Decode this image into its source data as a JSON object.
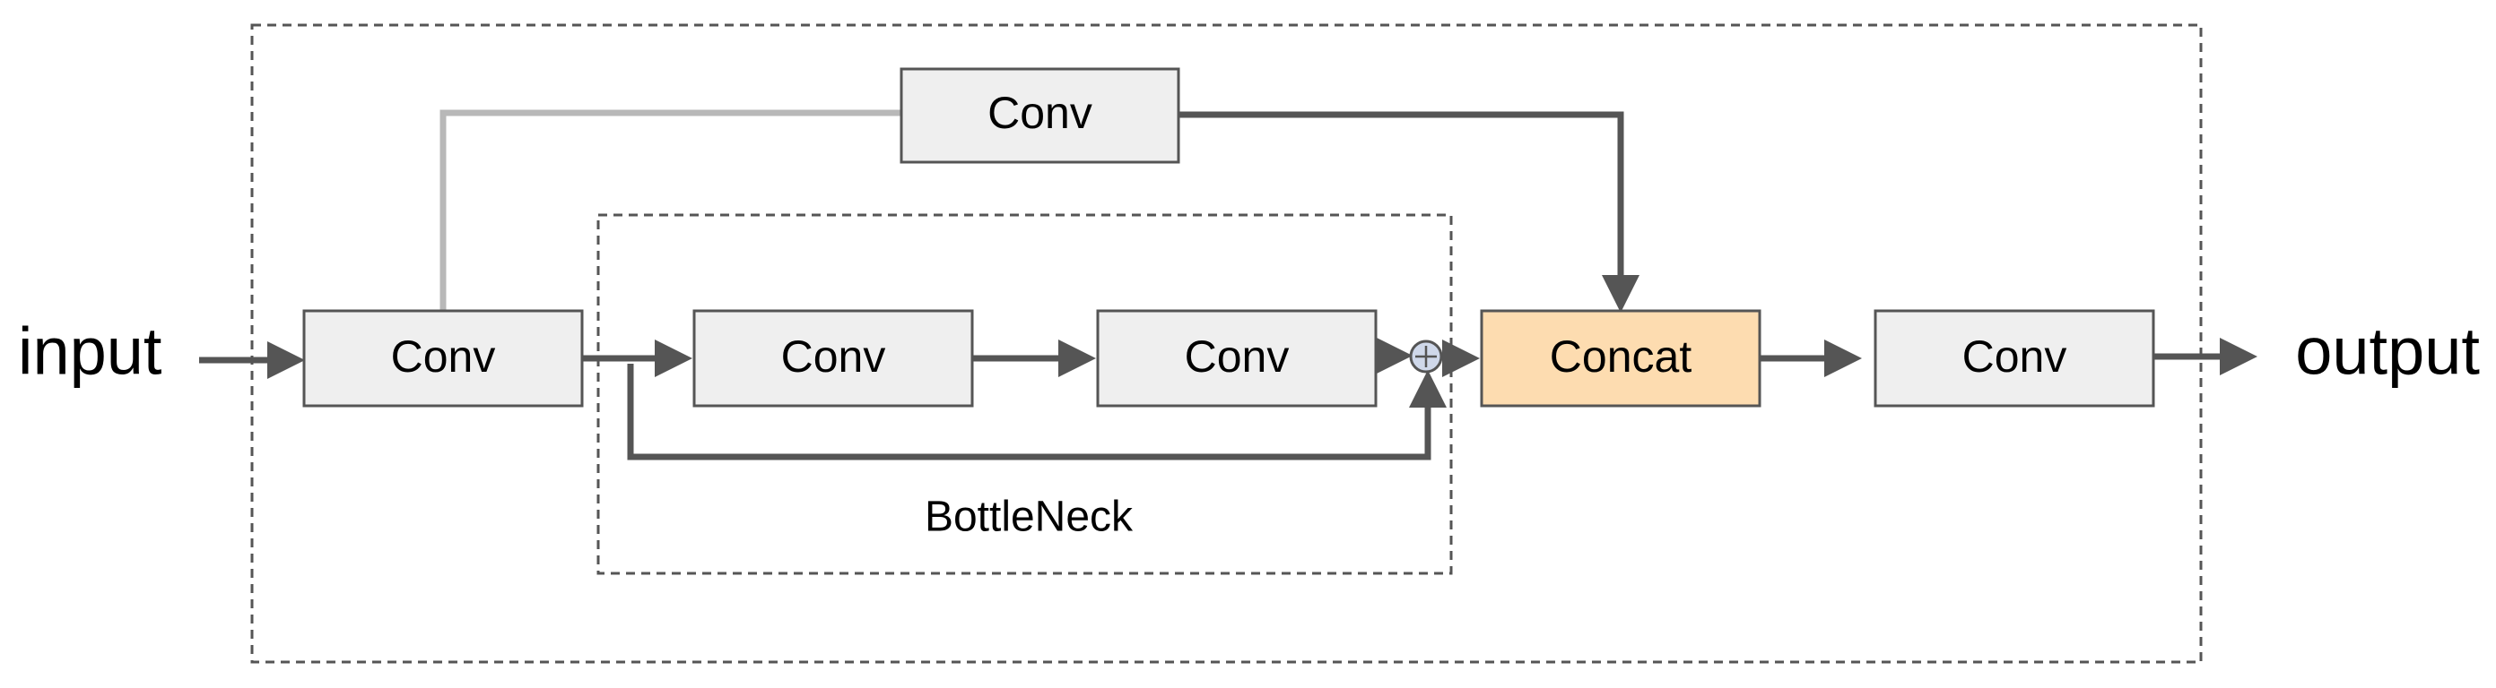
{
  "labels": {
    "input": "input",
    "output": "output",
    "bottleneck": "BottleNeck",
    "conv_main": "Conv",
    "conv_shortcut": "Conv",
    "conv_bottleneck_1": "Conv",
    "conv_bottleneck_2": "Conv",
    "concat": "Concat",
    "conv_out": "Conv"
  },
  "colors": {
    "box_fill": "#efefef",
    "box_stroke": "#555555",
    "concat_fill": "#fddcb0",
    "arrow": "#555555",
    "shortcut_line": "#b8b8b8",
    "add_node_fill": "#cfd8ea",
    "dashed_border": "#555555"
  }
}
